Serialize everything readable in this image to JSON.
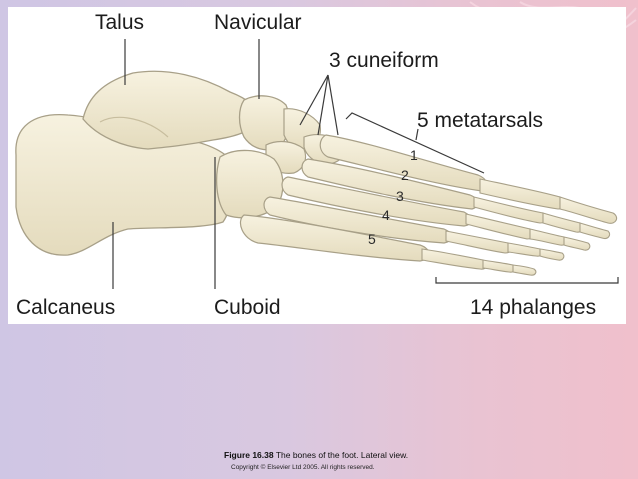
{
  "labels": {
    "talus": "Talus",
    "navicular": "Navicular",
    "cuneiform": "3 cuneiform",
    "metatarsals": "5 metatarsals",
    "calcaneus": "Calcaneus",
    "cuboid": "Cuboid",
    "phalanges": "14 phalanges"
  },
  "metatarsal_numbers": [
    "1",
    "2",
    "3",
    "4",
    "5"
  ],
  "caption": {
    "figure_number": "Figure 16.38",
    "text": " The bones of the foot. Lateral view.",
    "copyright": "Copyright © Elsevier Ltd 2005. All rights reserved."
  },
  "colors": {
    "bone": "#f2ecd6",
    "bone_shadow": "#d9cfae",
    "outline": "#a8a088",
    "background_left": "#cfc6e4",
    "background_right": "#f0c0cc"
  }
}
